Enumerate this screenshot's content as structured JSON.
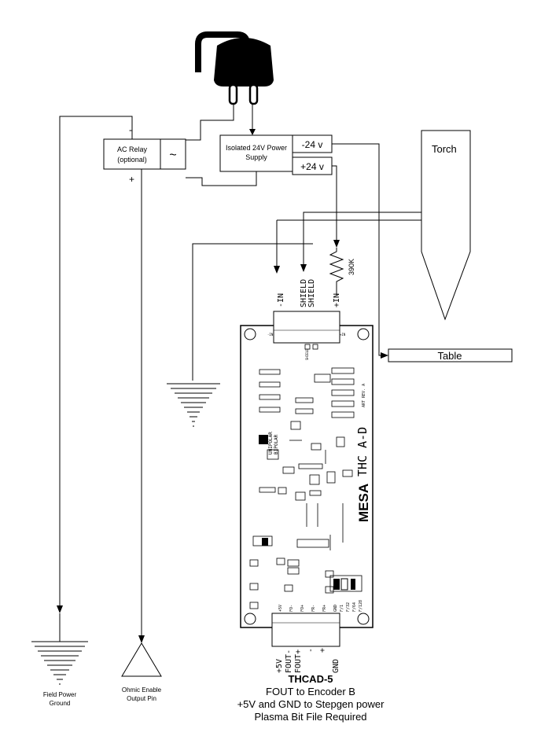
{
  "relay": {
    "title": "AC Relay",
    "subtitle": "(optional)",
    "minus": "-",
    "plus": "+",
    "symbol": "~"
  },
  "power_supply": {
    "line1": "Isolated 24V Power",
    "line2": "Supply",
    "neg": "-24 v",
    "pos": "+24 v"
  },
  "torch": {
    "label": "Torch"
  },
  "table": {
    "label": "Table"
  },
  "resistor": {
    "value": "390K"
  },
  "terminals_top": [
    "-IN",
    "SHIELD",
    "SHIELD",
    "+IN"
  ],
  "terminals_bottom": [
    "+5V",
    "FOUT-",
    "FOUT+",
    "-",
    "+",
    "GND"
  ],
  "board": {
    "brand": "MESA",
    "name": "THC A-D",
    "rev": "ART REV. A",
    "switch_labels": [
      "UNIPOLAR",
      "BIPOLAR"
    ],
    "freq_labels": [
      "F/1",
      "F/32",
      "F/64",
      "F/128"
    ],
    "pad_labels": [
      "+5V",
      "FO-",
      "FO+",
      "FR-",
      "FR+",
      "GND"
    ],
    "top_pads": [
      "-IN",
      "+IN",
      "SHIELD"
    ]
  },
  "field_ground": {
    "line1": "Field Power",
    "line2": "Ground"
  },
  "ohmic": {
    "line1": "Ohmic Enable",
    "line2": "Output Pin"
  },
  "caption": {
    "title": "THCAD-5",
    "line1": "FOUT to  Encoder B",
    "line2": "+5V and GND to Stepgen power",
    "line3": "Plasma Bit File Required"
  }
}
